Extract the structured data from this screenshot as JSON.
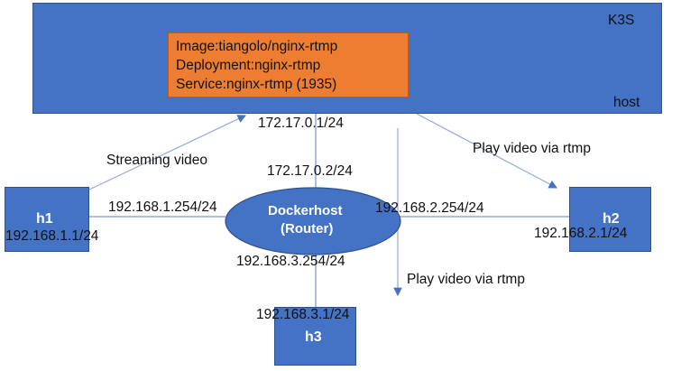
{
  "host": {
    "cluster_label": "K3S",
    "host_label": "host",
    "details": [
      "Image:tiangolo/nginx-rtmp",
      "Deployment:nginx-rtmp",
      "Service:nginx-rtmp (1935)"
    ]
  },
  "router": {
    "line1": "Dockerhost",
    "line2": "(Router)"
  },
  "nodes": {
    "h1": {
      "name": "h1",
      "ip": "192.168.1.1/24"
    },
    "h2": {
      "name": "h2",
      "ip": "192.168.2.1/24"
    },
    "h3": {
      "name": "h3",
      "ip": "192.168.3.1/24"
    }
  },
  "interfaces": {
    "host_bridge": "172.17.0.1/24",
    "router_docker": "172.17.0.2/24",
    "router_h1": "192.168.1.254/24",
    "router_h2": "192.168.2.254/24",
    "router_h3": "192.168.3.254/24"
  },
  "flows": {
    "streaming": "Streaming video",
    "play_h2": "Play video via rtmp",
    "play_h3": "Play video via rtmp"
  },
  "colors": {
    "box": "#4472c4",
    "line": "#8faadc",
    "accent": "#ed7d31"
  }
}
